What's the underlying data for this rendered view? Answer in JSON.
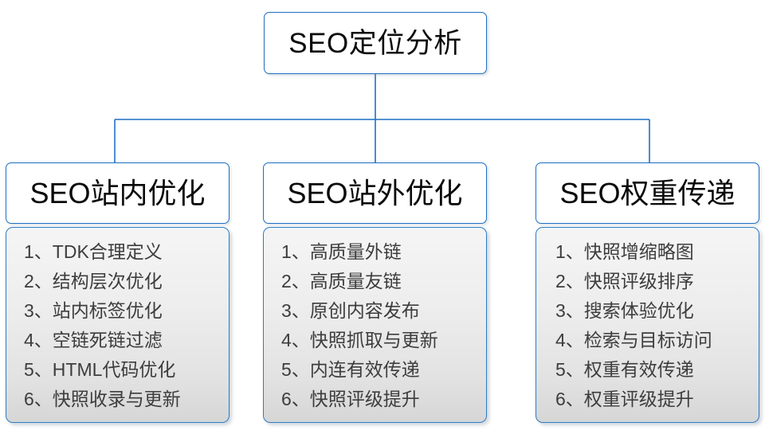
{
  "diagram": {
    "type": "org-chart",
    "title": "SEO定位分析",
    "accent_color": "#1f6fc4",
    "list_border_color": "#2b7cc9",
    "text_color": "#3d3d3d",
    "root": {
      "label": "SEO定位分析"
    },
    "branches": [
      {
        "header": "SEO站内优化",
        "items": [
          {
            "index": "1、",
            "text": "TDK合理定义"
          },
          {
            "index": "2、",
            "text": "结构层次优化"
          },
          {
            "index": "3、",
            "text": "站内标签优化"
          },
          {
            "index": "4、",
            "text": "空链死链过滤"
          },
          {
            "index": "5、",
            "text": "HTML代码优化"
          },
          {
            "index": "6、",
            "text": "快照收录与更新"
          }
        ]
      },
      {
        "header": "SEO站外优化",
        "items": [
          {
            "index": "1、",
            "text": "高质量外链"
          },
          {
            "index": "2、",
            "text": "高质量友链"
          },
          {
            "index": "3、",
            "text": "原创内容发布"
          },
          {
            "index": "4、",
            "text": "快照抓取与更新"
          },
          {
            "index": "5、",
            "text": "内连有效传递"
          },
          {
            "index": "6、",
            "text": "快照评级提升"
          }
        ]
      },
      {
        "header": "SEO权重传递",
        "items": [
          {
            "index": "1、",
            "text": "快照增缩略图"
          },
          {
            "index": "2、",
            "text": "快照评级排序"
          },
          {
            "index": "3、",
            "text": "搜索体验优化"
          },
          {
            "index": "4、",
            "text": "检索与目标访问"
          },
          {
            "index": "5、",
            "text": "权重有效传递"
          },
          {
            "index": "6、",
            "text": "权重评级提升"
          }
        ]
      }
    ]
  }
}
